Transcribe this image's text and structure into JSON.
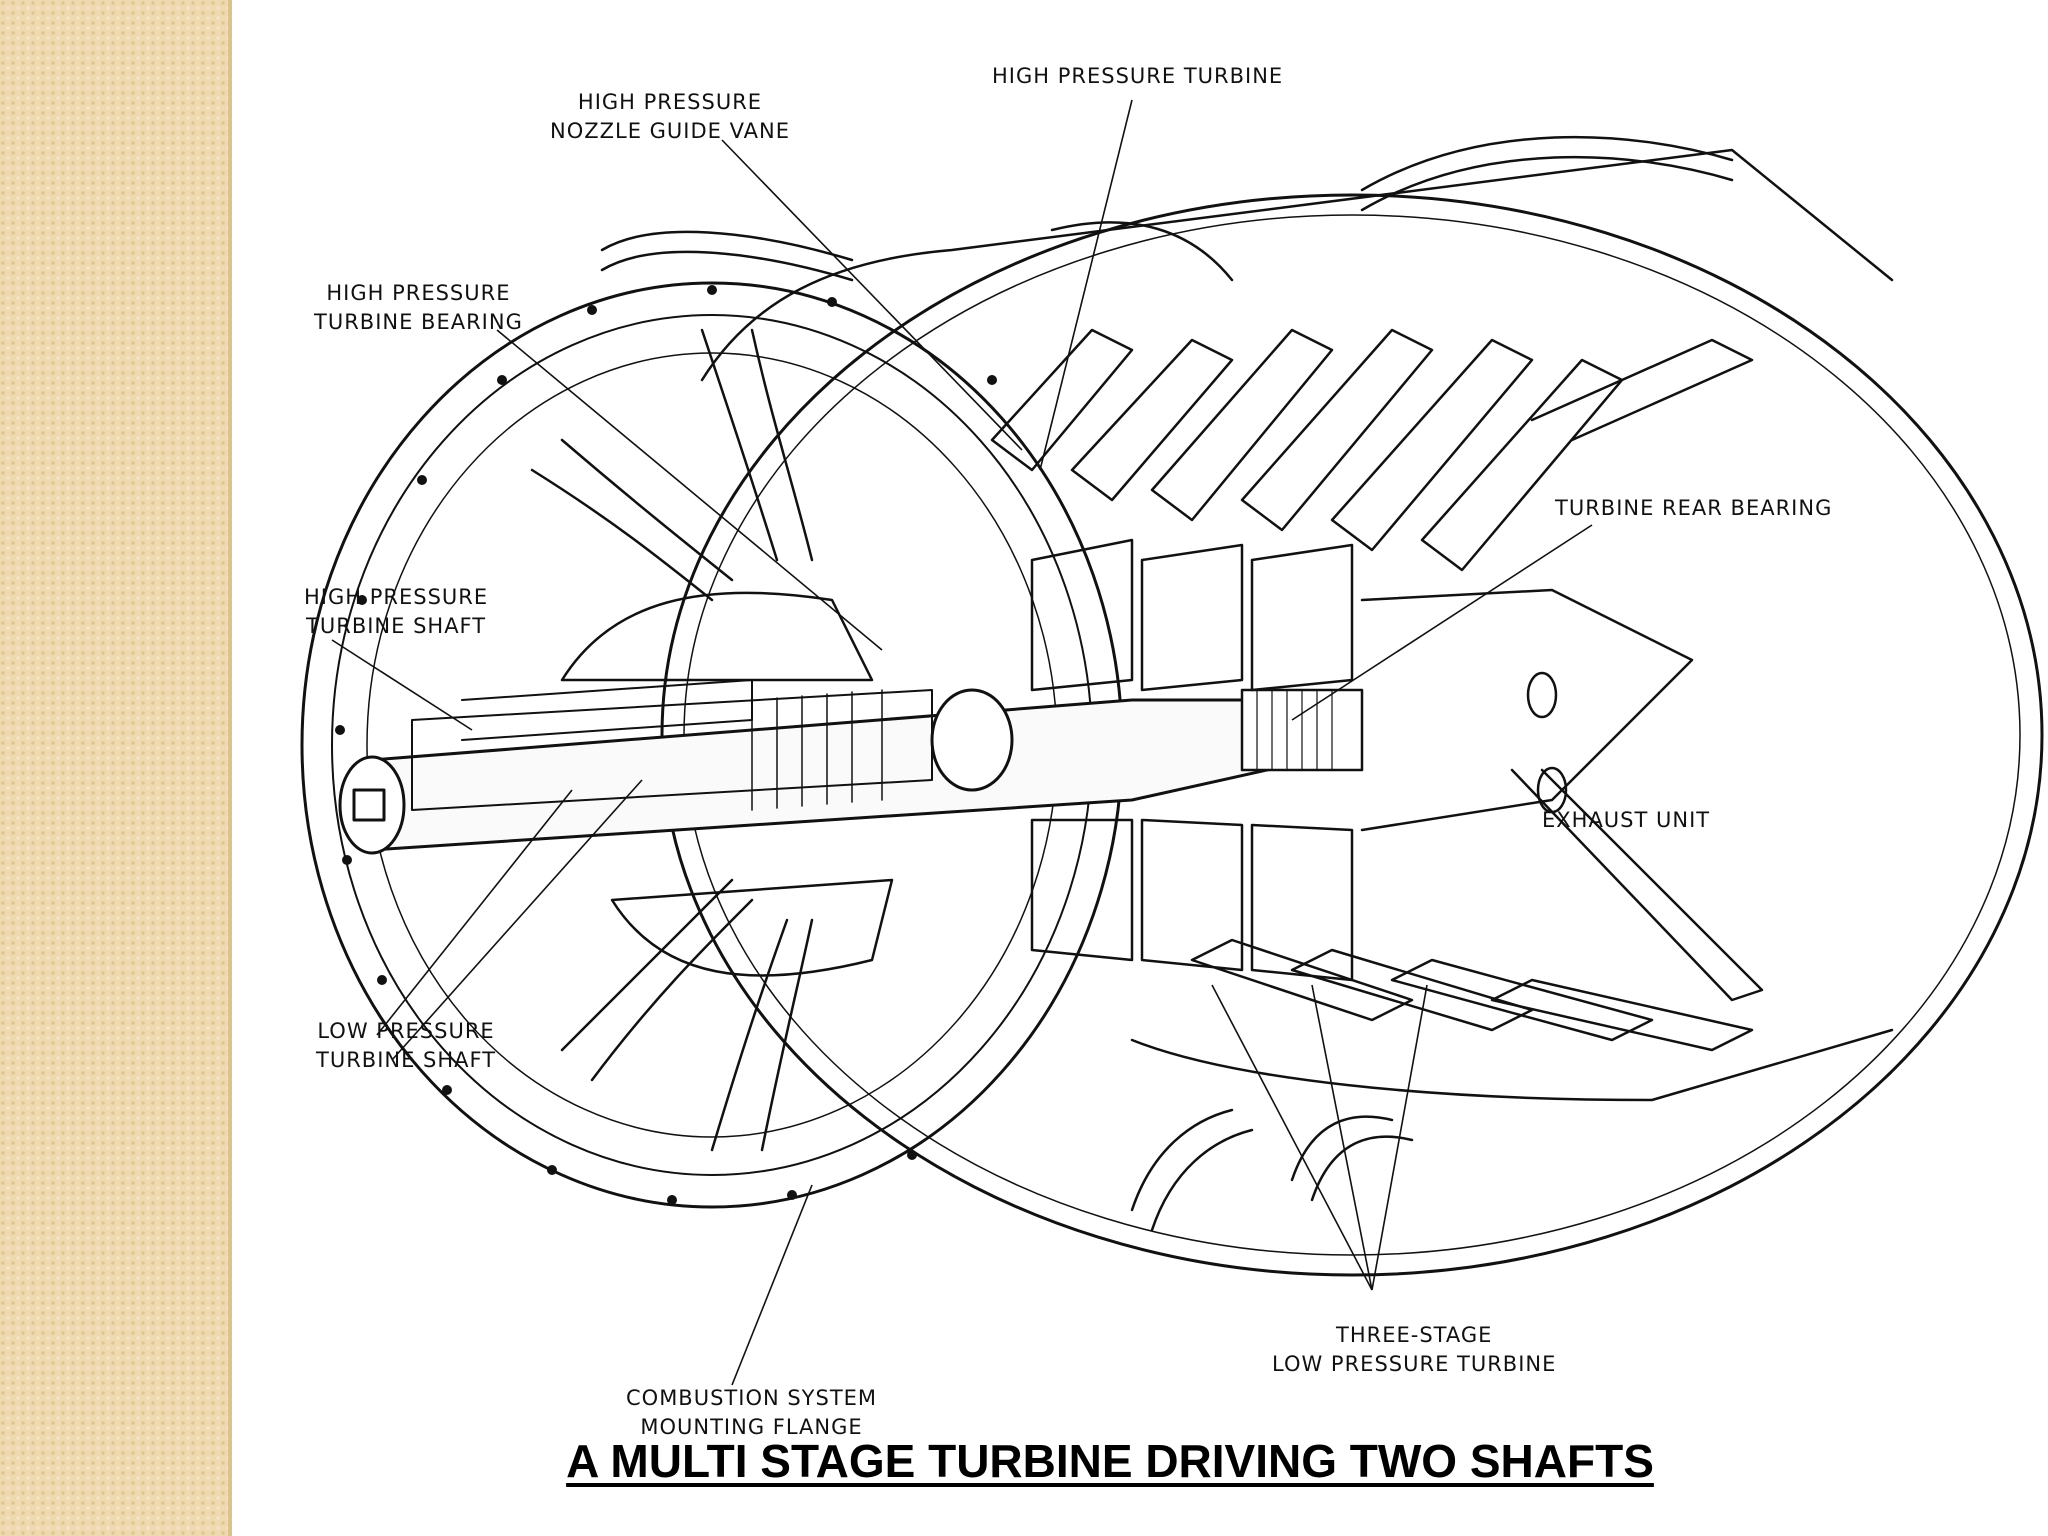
{
  "colors": {
    "side_band": "#efd9b0",
    "ink": "#111111",
    "background": "#ffffff"
  },
  "labels": {
    "hp_nozzle": [
      "HIGH PRESSURE",
      "NOZZLE GUIDE VANE"
    ],
    "hp_turbine": [
      "HIGH PRESSURE TURBINE"
    ],
    "hp_bearing": [
      "HIGH PRESSURE",
      "TURBINE BEARING"
    ],
    "hp_shaft": [
      "HIGH PRESSURE",
      "TURBINE SHAFT"
    ],
    "rear_bearing": [
      "TURBINE REAR BEARING"
    ],
    "exhaust": [
      "EXHAUST UNIT"
    ],
    "lp_shaft": [
      "LOW PRESSURE",
      "TURBINE SHAFT"
    ],
    "lp_turbine": [
      "THREE-STAGE",
      "LOW PRESSURE TURBINE"
    ],
    "flange": [
      "COMBUSTION SYSTEM",
      "MOUNTING FLANGE"
    ]
  },
  "caption": "A MULTI STAGE TURBINE DRIVING TWO SHAFTS"
}
